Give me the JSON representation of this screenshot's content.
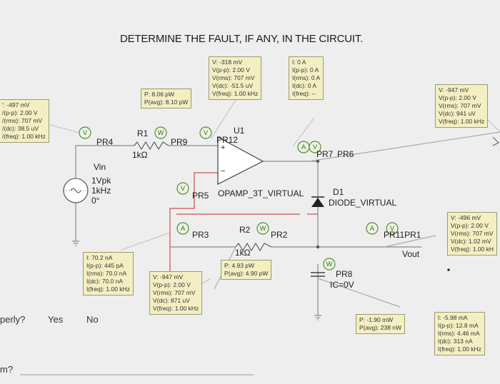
{
  "title": "DETERMINE THE FAULT, IF ANY, IN THE CIRCUIT.",
  "probes": {
    "left_edge": [
      "': -497 mV",
      "/(p-p): 2.00 V",
      "/(rms): 707 mV",
      "/(dc): 38.5 uV",
      "/(freq): 1.00 kHz"
    ],
    "r1_power": [
      "P: 8.06 pW",
      "P(avg): 8.10 pW"
    ],
    "pr12": [
      "V: -318 mV",
      "V(p-p): 2.00 V",
      "V(rms): 707 mV",
      "V(dc): -51.5 uV",
      "V(freq): 1.00 kHz"
    ],
    "pr7_current": [
      "I: 0 A",
      "I(p-p): 0 A",
      "I(rms): 0 A",
      "I(dc): 0 A",
      "I(freq): --"
    ],
    "top_right": [
      "V: -947 mV",
      "V(p-p): 2.00 V",
      "V(rms): 707 mV",
      "V(dc): 941 uV",
      "V(freq): 1.00 kHz"
    ],
    "right_mid": [
      "V: -496 mV",
      "V(p-p): 2.00 V",
      "V(rms): 707 mV",
      "V(dc): 1.02 mV",
      "V(freq): 1.00 kH"
    ],
    "source_current": [
      "I: 70.2 nA",
      "I(p-p): 445 pA",
      "I(rms): 70.0 nA",
      "I(dc): 70.0 nA",
      "I(freq): 1.00 kHz"
    ],
    "pr3_voltage": [
      "V: -947 mV",
      "V(p-p): 2.00 V",
      "V(rms): 707 mV",
      "V(dc): 871 uV",
      "V(freq): 1.00 kHz"
    ],
    "r2_power": [
      "P: 4.93 pW",
      "P(avg): 4.90 pW"
    ],
    "pr8_power": [
      "P: -1.90 mW",
      "P(avg): 238 nW"
    ],
    "bottom_right_current": [
      "I: -5.98 mA",
      "I(p-p): 12.8 mA",
      "I(rms): 4.46 mA",
      "I(dc): 313 nA",
      "I(freq): 1.00 kHz"
    ]
  },
  "labels": {
    "pr4": "PR4",
    "r1": "R1",
    "pr9": "PR9",
    "r1_value": "1kΩ",
    "u1": "U1",
    "pr12": "PR12",
    "plus": "+",
    "minus": "−",
    "pr7": "PR7",
    "pr6": "PR6",
    "vin": "Vin",
    "vin_amp": "1Vpk",
    "vin_freq": "1kHz",
    "vin_phase": "0°",
    "pr5": "PR5",
    "opamp": "OPAMP_3T_VIRTUAL",
    "d1": "D1",
    "diode": "DIODE_VIRTUAL",
    "pr3": "PR3",
    "r2": "R2",
    "pr2": "PR2",
    "r2_value": "1kΩ",
    "pr11pr1": "PR11PR1",
    "vout": "Vout",
    "pr8": "PR8",
    "ic": "IC=0V"
  },
  "question": {
    "left1": "perly?",
    "yes": "Yes",
    "no": "No",
    "left2": "m?"
  },
  "probe_letters": {
    "volt": "V",
    "amp": "A",
    "watt": "W"
  },
  "colors": {
    "wire_gray": "#8a8a8a",
    "wire_red": "#d05050",
    "probe_fill": "#f4efc2",
    "probe_badge": "#77a85a"
  }
}
